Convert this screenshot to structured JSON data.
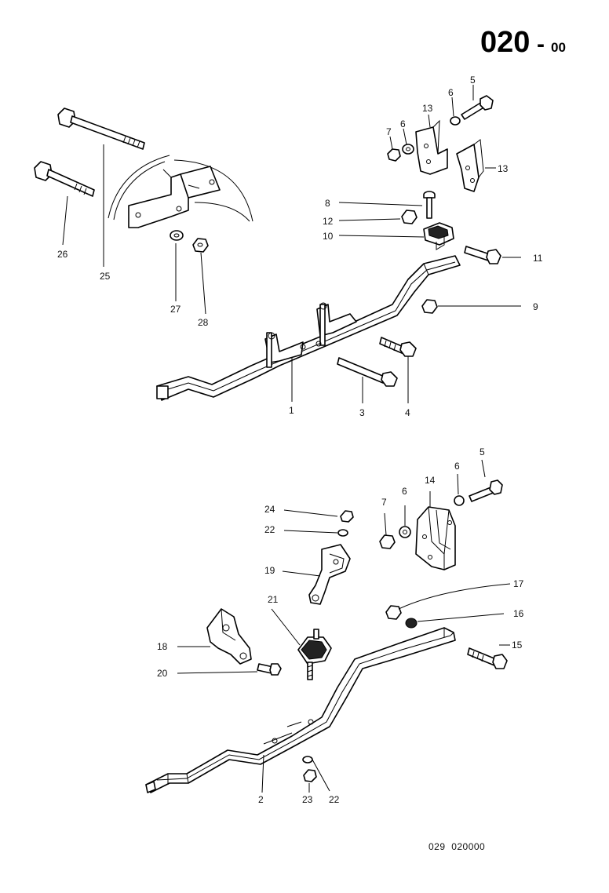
{
  "sheet": {
    "number_main": "020",
    "number_dash": "-",
    "number_sub": "00",
    "drawing_code": "029  020000"
  },
  "callouts": {
    "c1": "1",
    "c2": "2",
    "c3": "3",
    "c4": "4",
    "c5a": "5",
    "c5b": "5",
    "c6a": "6",
    "c6b": "6",
    "c6c": "6",
    "c6d": "6",
    "c7a": "7",
    "c7b": "7",
    "c8": "8",
    "c9": "9",
    "c10": "10",
    "c11": "11",
    "c12": "12",
    "c13a": "13",
    "c13b": "13",
    "c14": "14",
    "c15": "15",
    "c16": "16",
    "c17": "17",
    "c18": "18",
    "c19": "19",
    "c20": "20",
    "c21": "21",
    "c22a": "22",
    "c22b": "22",
    "c23": "23",
    "c24": "24",
    "c25": "25",
    "c26": "26",
    "c27": "27",
    "c28": "28"
  }
}
